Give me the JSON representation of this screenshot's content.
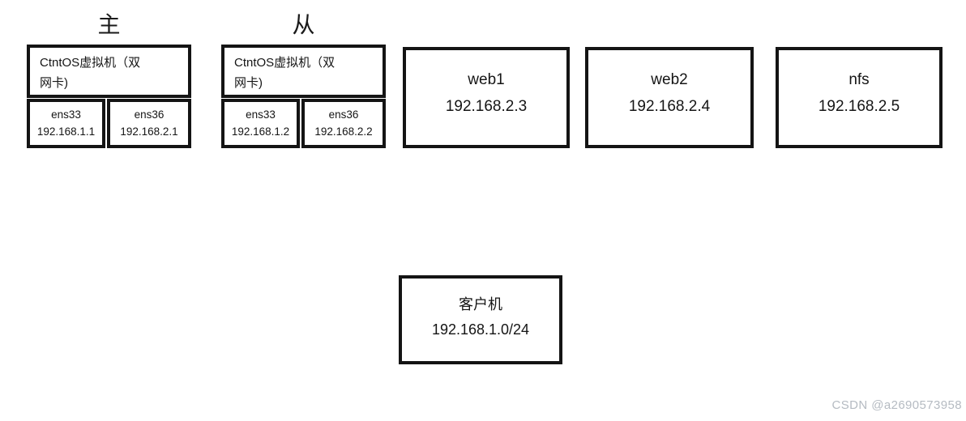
{
  "diagram": {
    "master": {
      "role_label": "主",
      "title": "CtntOS虚拟机（双网卡)",
      "interfaces": [
        {
          "name": "ens33",
          "ip": "192.168.1.1"
        },
        {
          "name": "ens36",
          "ip": "192.168.2.1"
        }
      ]
    },
    "slave": {
      "role_label": "从",
      "title": "CtntOS虚拟机（双网卡)",
      "interfaces": [
        {
          "name": "ens33",
          "ip": "192.168.1.2"
        },
        {
          "name": "ens36",
          "ip": "192.168.2.2"
        }
      ]
    },
    "servers": [
      {
        "name": "web1",
        "ip": "192.168.2.3"
      },
      {
        "name": "web2",
        "ip": "192.168.2.4"
      },
      {
        "name": "nfs",
        "ip": "192.168.2.5"
      }
    ],
    "client": {
      "name": "客户机",
      "network": "192.168.1.0/24"
    },
    "colors": {
      "border": "#141414",
      "watermark": "#b5bbc2"
    }
  },
  "watermark": "CSDN @a2690573958"
}
